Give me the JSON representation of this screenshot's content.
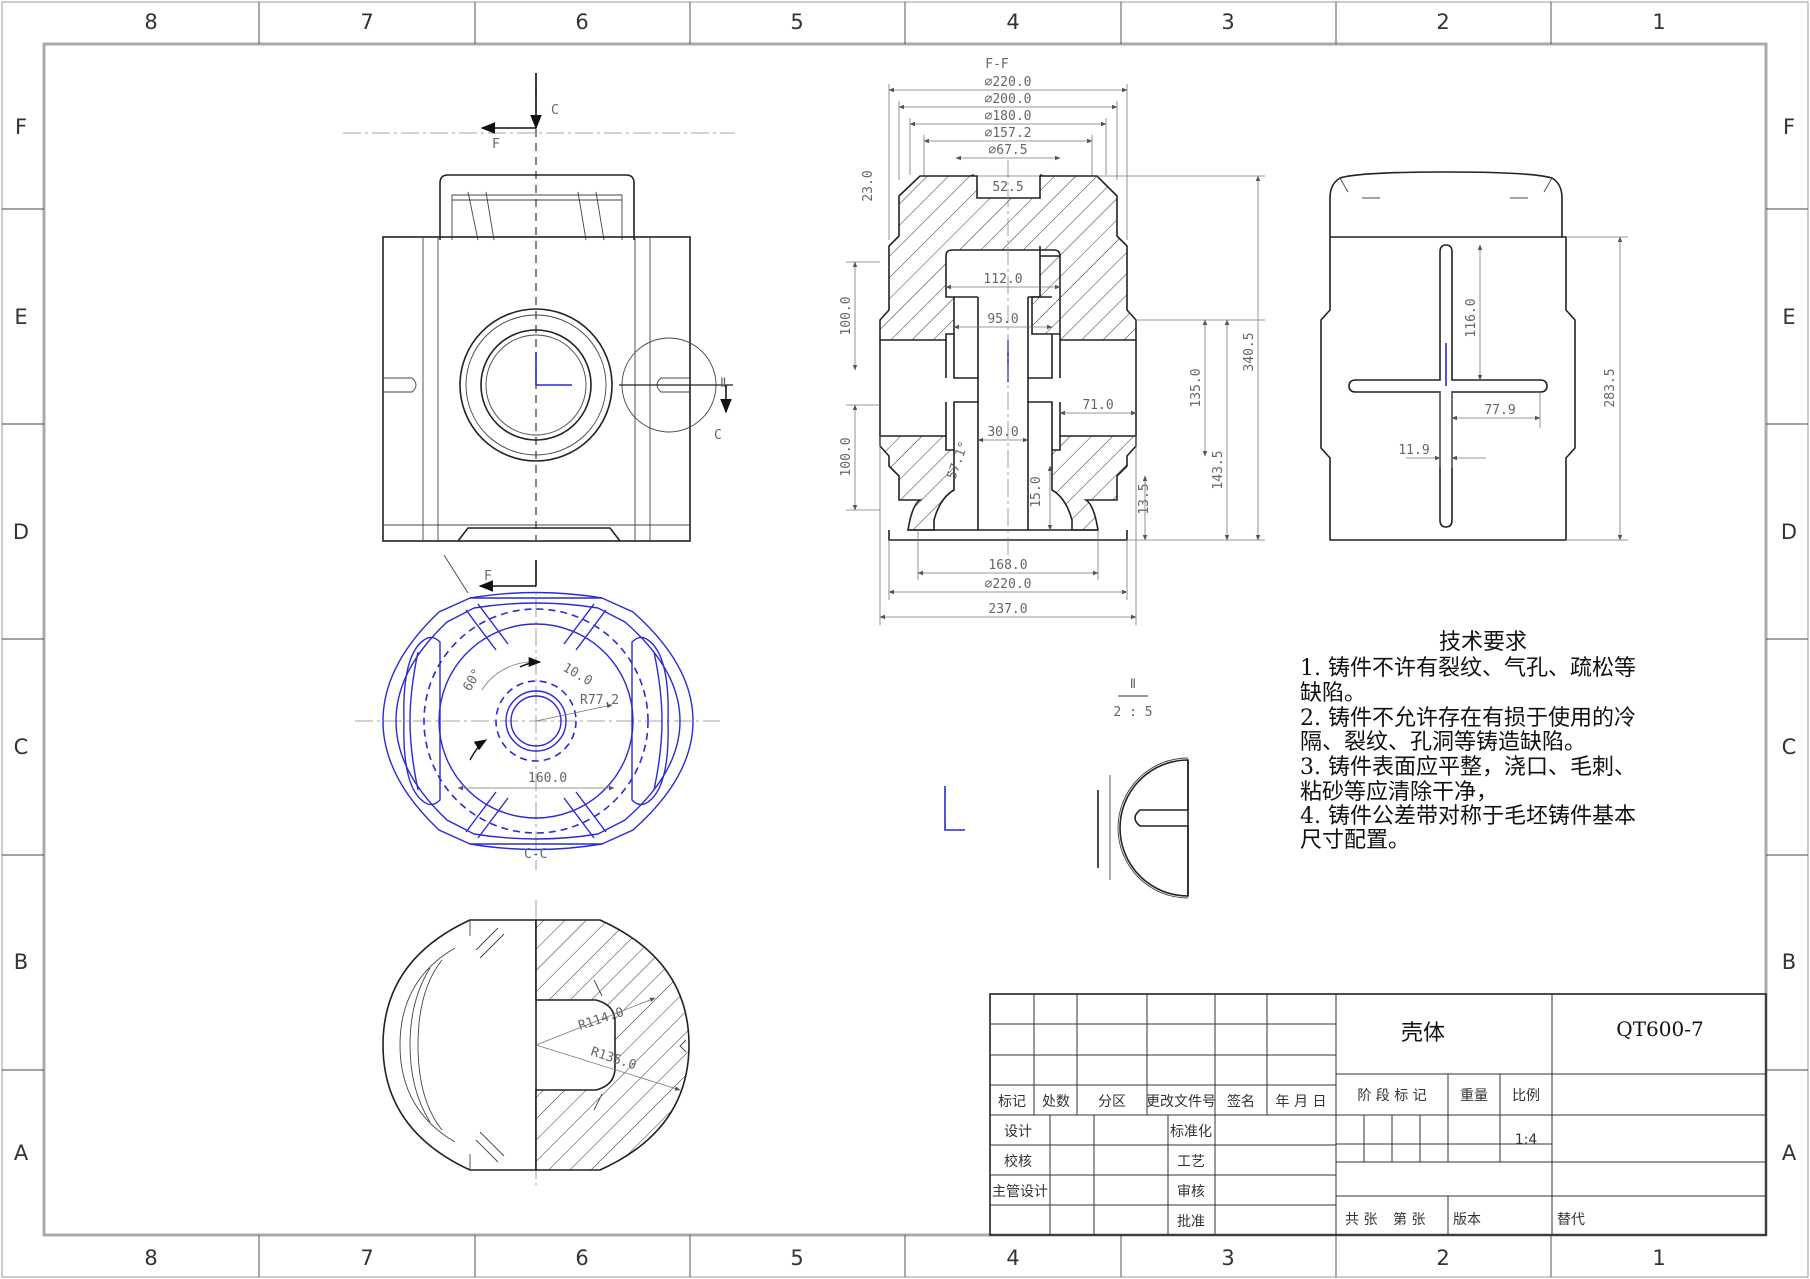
{
  "border": {
    "columns_top": [
      "8",
      "7",
      "6",
      "5",
      "4",
      "3",
      "2",
      "1"
    ],
    "columns_bottom": [
      "8",
      "7",
      "6",
      "5",
      "4",
      "3",
      "2",
      "1"
    ],
    "rows_left": [
      "F",
      "E",
      "D",
      "C",
      "B",
      "A"
    ],
    "rows_right": [
      "F",
      "E",
      "D",
      "C",
      "B",
      "A"
    ]
  },
  "views": {
    "front": {
      "section_c_top": "C",
      "section_c_right": "C",
      "section_f_top": "F"
    },
    "plan": {
      "section_f_label": "F",
      "angle": "60°",
      "angle_small": "10.0",
      "radius": "R77.2",
      "width": "160.0",
      "section_label": "C-C"
    },
    "section_cc": {
      "r1": "R114.0",
      "r2": "R135.0"
    },
    "section_ff": {
      "title": "F-F",
      "dims": [
        "⌀220.0",
        "⌀200.0",
        "⌀180.0",
        "⌀157.2",
        "⌀67.5",
        "52.5",
        "23.0",
        "112.0",
        "95.0",
        "30.0",
        "71.0",
        "57.1°",
        "15.0",
        "13.5",
        "100.0",
        "100.0",
        "135.0",
        "143.5",
        "340.5",
        "168.0",
        "⌀220.0",
        "237.0"
      ]
    },
    "side": {
      "dims": [
        "116.0",
        "77.9",
        "11.9",
        "283.5"
      ]
    },
    "detail": {
      "label": "Ⅱ",
      "scale": "2 : 5",
      "callout": "Ⅱ"
    }
  },
  "tech_notes": {
    "title": "技术要求",
    "lines": [
      "1. 铸件不许有裂纹、气孔、疏松等",
      "缺陷。",
      "2. 铸件不允许存在有损于使用的冷",
      "隔、裂纹、孔洞等铸造缺陷。",
      "3. 铸件表面应平整，浇口、毛刺、",
      "粘砂等应清除干净，",
      "4. 铸件公差带对称于毛坯铸件基本",
      "尺寸配置。"
    ]
  },
  "title_block": {
    "part_name": "壳体",
    "material": "QT600-7",
    "headers": [
      "标记",
      "处数",
      "分区",
      "更改文件号",
      "签名",
      "年 月 日"
    ],
    "roles": [
      "设计",
      "校核",
      "主管设计"
    ],
    "approvals": [
      "标准化",
      "工艺",
      "审核",
      "批准"
    ],
    "stage_label": "阶 段 标 记",
    "weight_label": "重量",
    "scale_label": "比例",
    "scale_value": "1:4",
    "sheet_total": "共  张",
    "sheet_no": "第  张",
    "version": "版本",
    "replace": "替代"
  },
  "colors": {
    "line": "#222222",
    "dimension": "#777777",
    "highlight": "#2a2ad8"
  }
}
